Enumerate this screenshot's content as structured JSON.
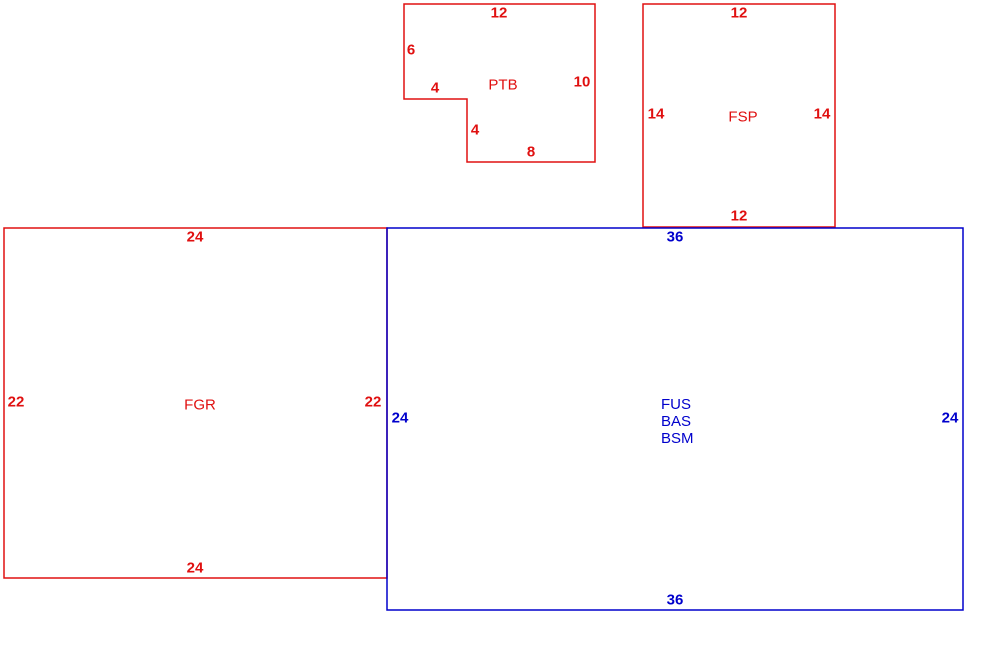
{
  "colors": {
    "outbuilding": "#e01010",
    "main_living": "#0000cc",
    "background": "#ffffff"
  },
  "areas": {
    "ptb": {
      "code": "PTB",
      "dims": {
        "top": "12",
        "left": "6",
        "notch_horizontal": "4",
        "notch_vertical": "4",
        "bottom": "8",
        "right": "10"
      }
    },
    "fsp": {
      "code": "FSP",
      "dims": {
        "top": "12",
        "left": "14",
        "right": "14",
        "bottom": "12"
      }
    },
    "fgr": {
      "code": "FGR",
      "dims": {
        "top": "24",
        "left": "22",
        "right": "22",
        "bottom": "24"
      }
    },
    "main": {
      "codes": [
        "FUS",
        "BAS",
        "BSM"
      ],
      "dims": {
        "top": "36",
        "left": "24",
        "right": "24",
        "bottom": "36"
      }
    }
  }
}
